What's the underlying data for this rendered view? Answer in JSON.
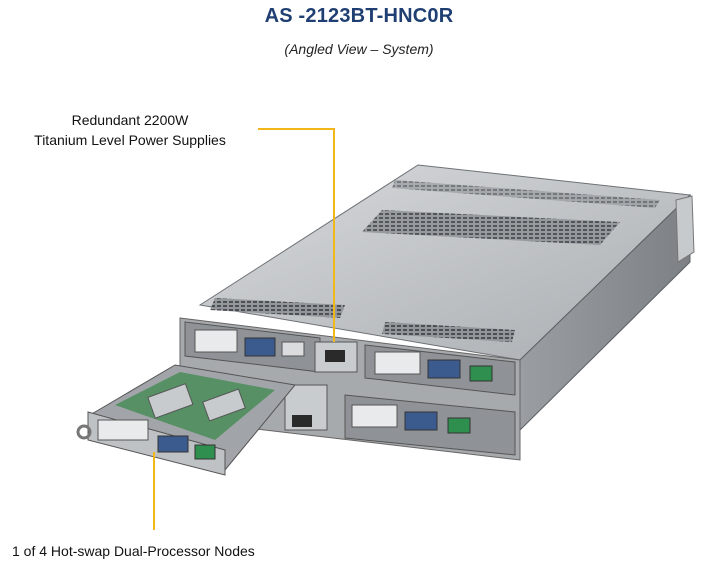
{
  "title": "AS -2123BT-HNC0R",
  "subtitle": "(Angled View – System)",
  "callouts": {
    "power_line1": "Redundant 2200W",
    "power_line2": "Titanium Level Power Supplies",
    "node": "1 of 4 Hot-swap Dual-Processor Nodes"
  },
  "colors": {
    "callout_line": "#f2b81a",
    "title": "#1f3f73",
    "chassis": "#b9bcbf"
  }
}
